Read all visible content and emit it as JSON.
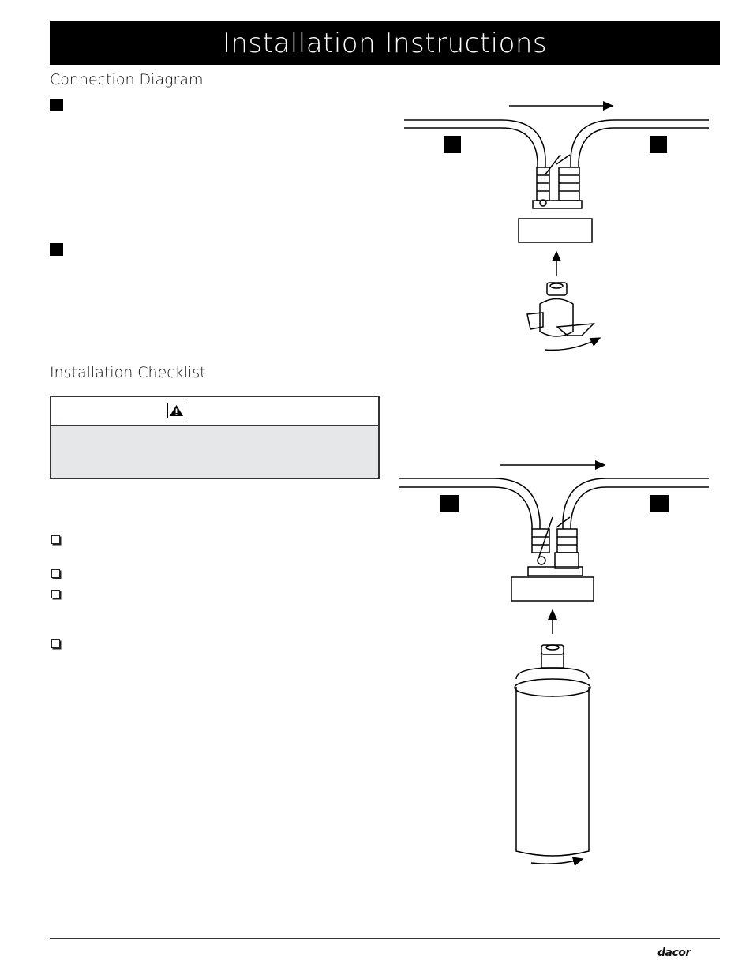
{
  "header": {
    "title": "Installation Instructions"
  },
  "sections": {
    "connection_diagram": {
      "heading": "Connection Diagram"
    },
    "installation_checklist": {
      "heading": "Installation Checklist"
    }
  },
  "warning": {
    "icon": "warning-triangle-icon"
  },
  "checklist": {
    "item_count_visible": 4
  },
  "footer": {
    "brand": "dacor"
  },
  "colors": {
    "title_bar": "#000000",
    "warning_fill": "#e6e7e8"
  }
}
